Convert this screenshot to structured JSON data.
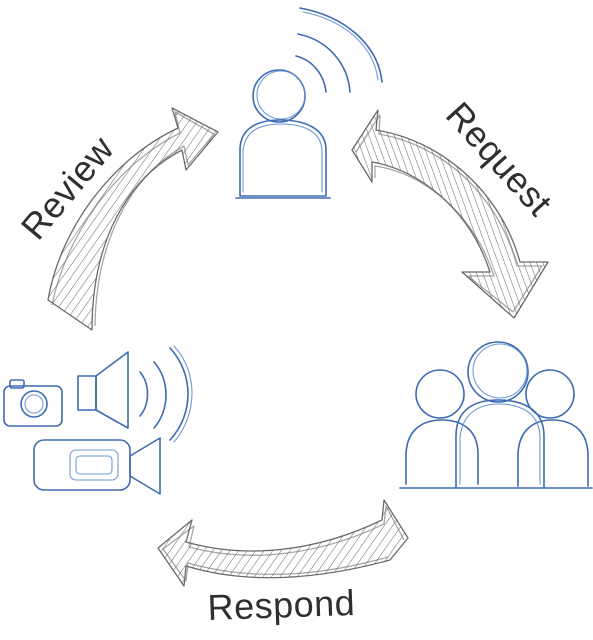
{
  "cycle": {
    "labels": {
      "review": "Review",
      "request": "Request",
      "respond": "Respond"
    },
    "icons": {
      "top": "person-broadcast-icon",
      "right": "group-of-people-icon",
      "left": "media-devices-icon"
    },
    "colors": {
      "icon_stroke": "#3d6bb3",
      "arrow_fill": "#4a4a4a",
      "label_text": "#2f2f2f"
    }
  }
}
